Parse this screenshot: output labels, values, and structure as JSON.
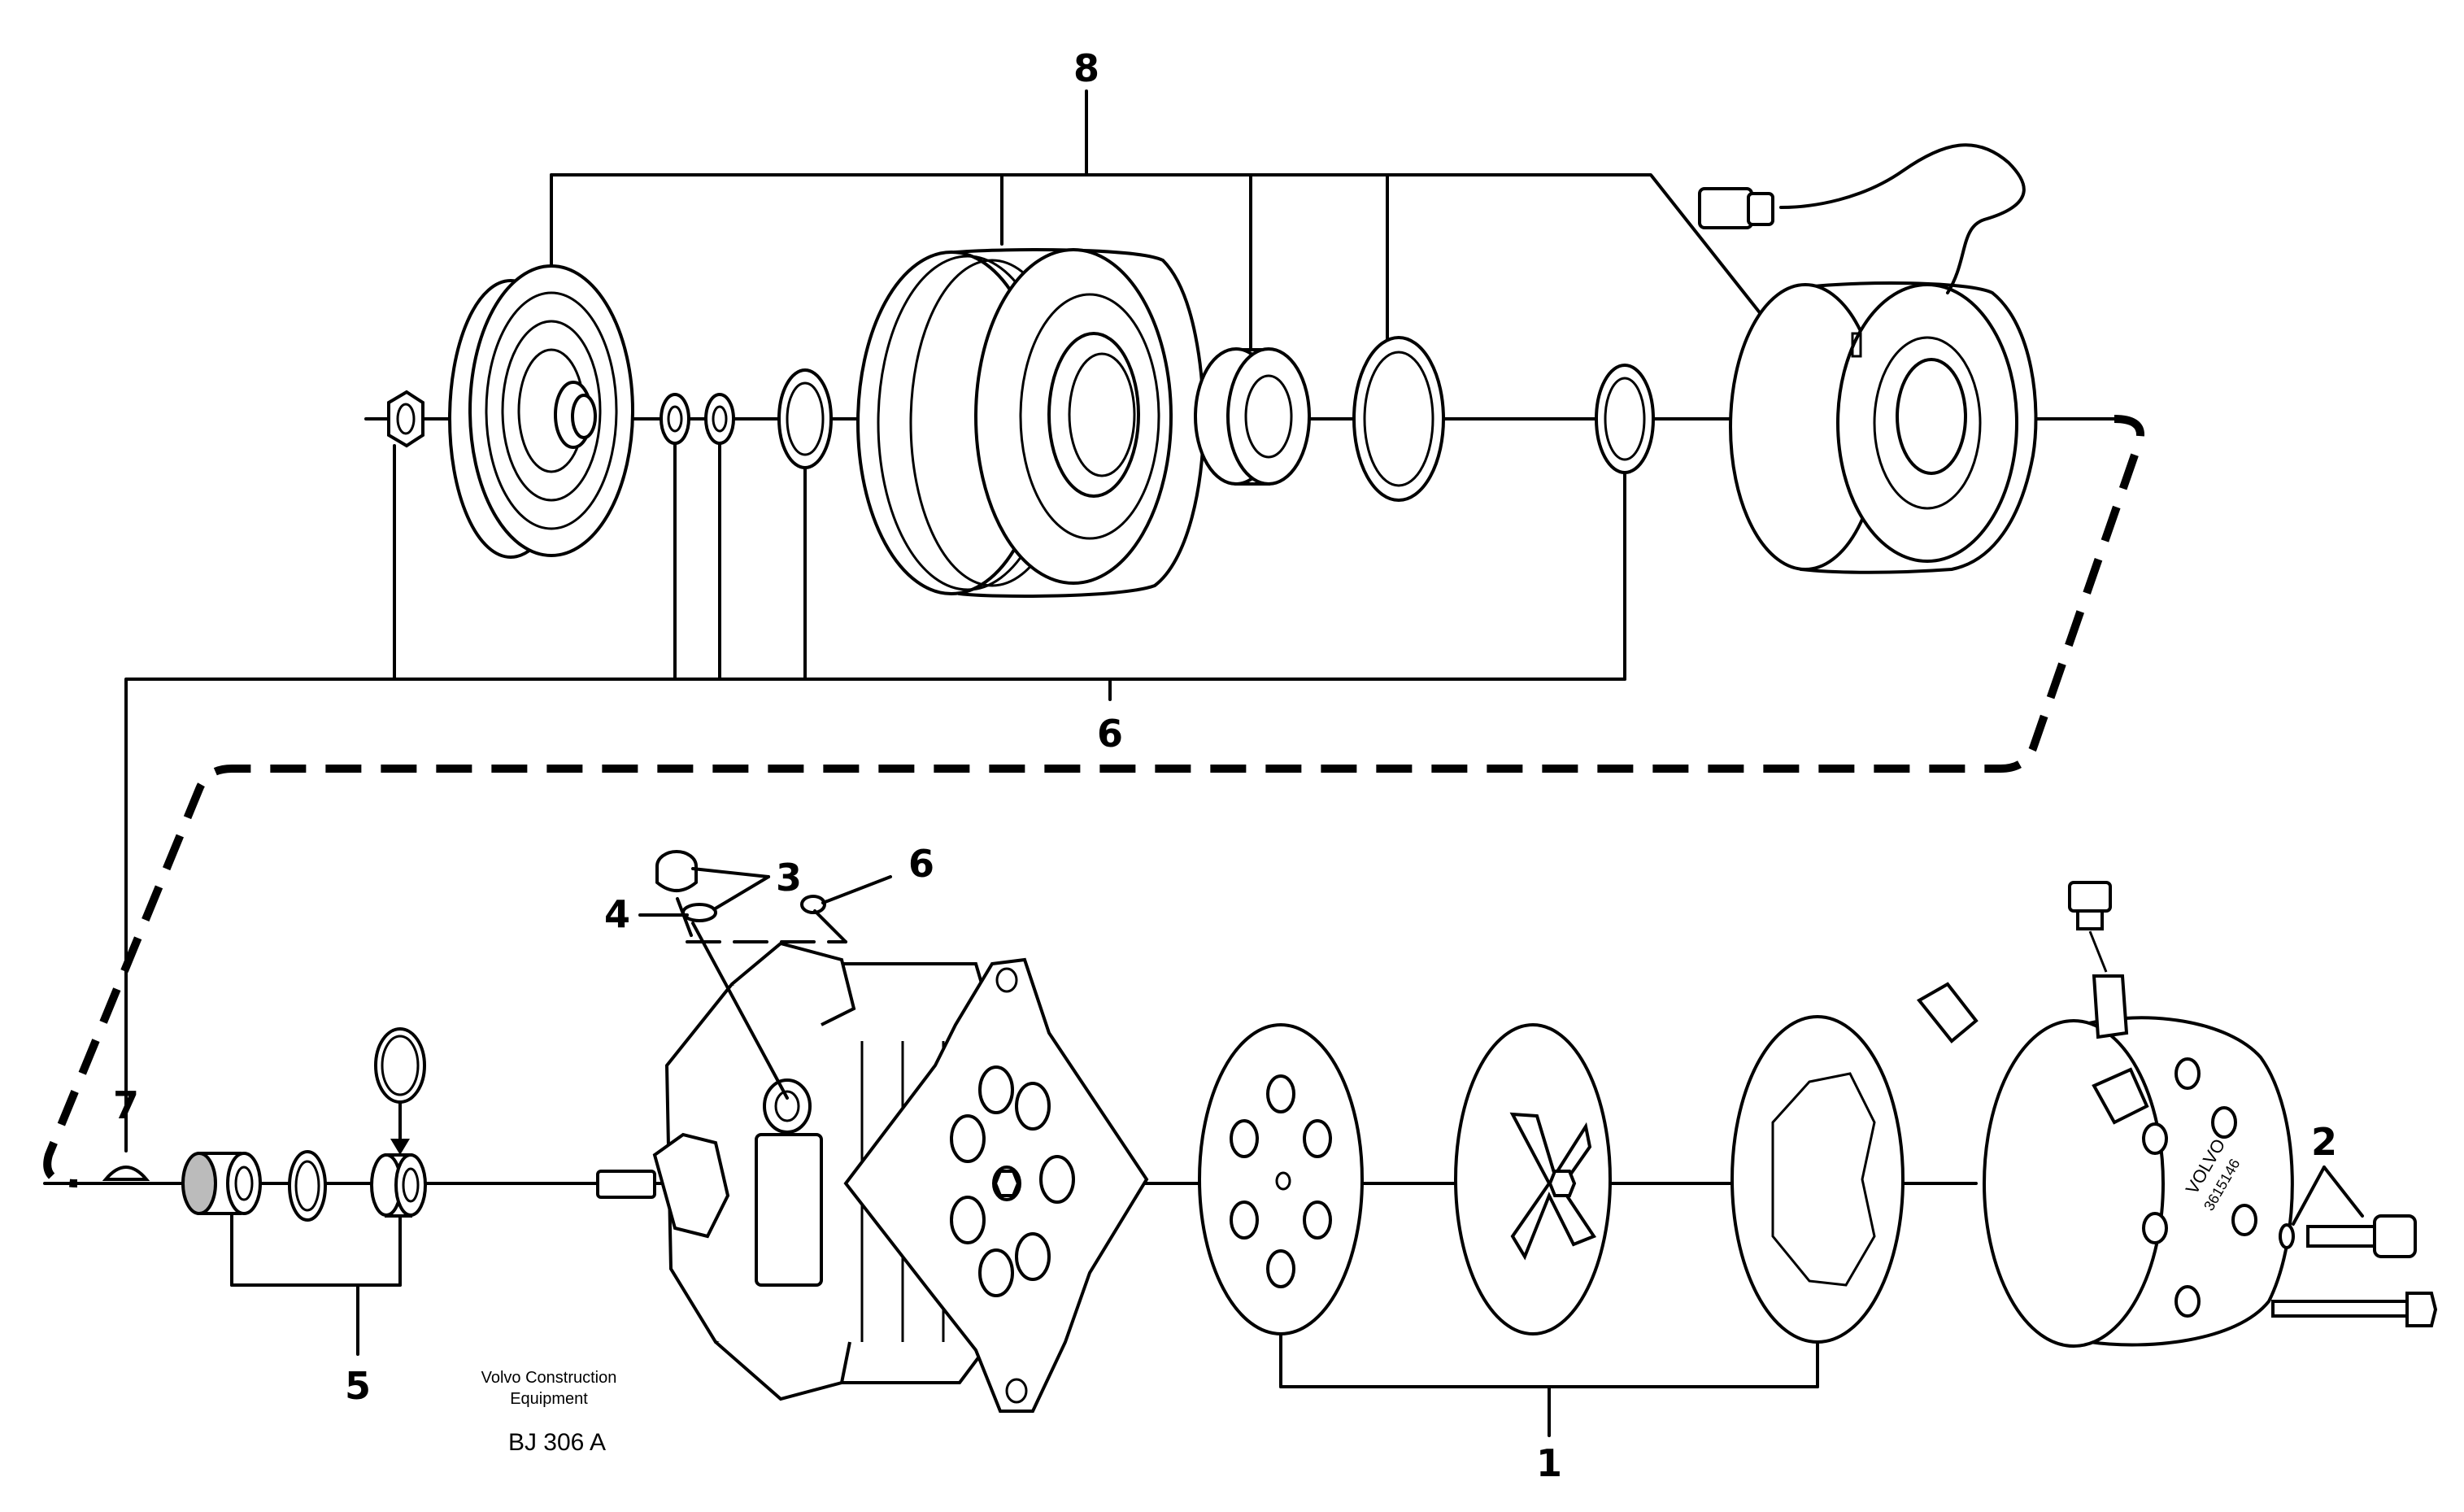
{
  "diagram": {
    "callouts": {
      "c1": "1",
      "c2": "2",
      "c3": "3",
      "c4": "4",
      "c5": "5",
      "c6_top": "6",
      "c6_bottom": "6",
      "c7": "7",
      "c8": "8"
    },
    "credit_line1": "Volvo Construction",
    "credit_line2": "Equipment",
    "doc_id": "BJ 306 A",
    "head_lettering_1": "VOLVO",
    "head_lettering_2": "3615146"
  }
}
